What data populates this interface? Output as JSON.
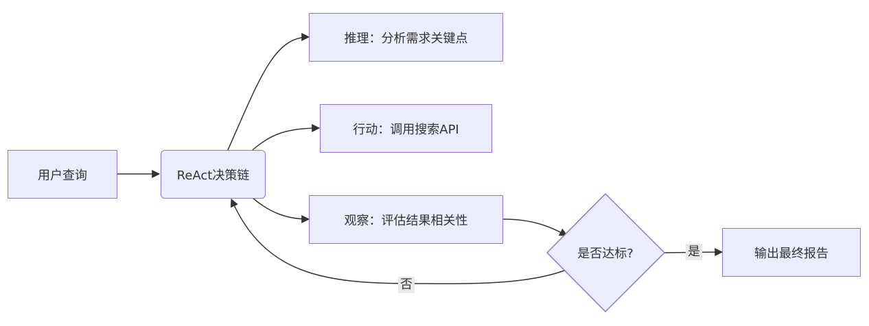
{
  "nodes": {
    "user_query": "用户查询",
    "react_chain": "ReAct决策链",
    "reasoning": "推理：分析需求关键点",
    "action": "行动：调用搜索API",
    "observation": "观察：评估结果相关性",
    "decision": "是否达标?",
    "output": "输出最终报告"
  },
  "edges": {
    "yes_label": "是",
    "no_label": "否"
  },
  "colors": {
    "node_fill": "#ececff",
    "node_border": "#9370db",
    "edge": "#333333",
    "edge_label_bg": "#e8e8e8"
  }
}
